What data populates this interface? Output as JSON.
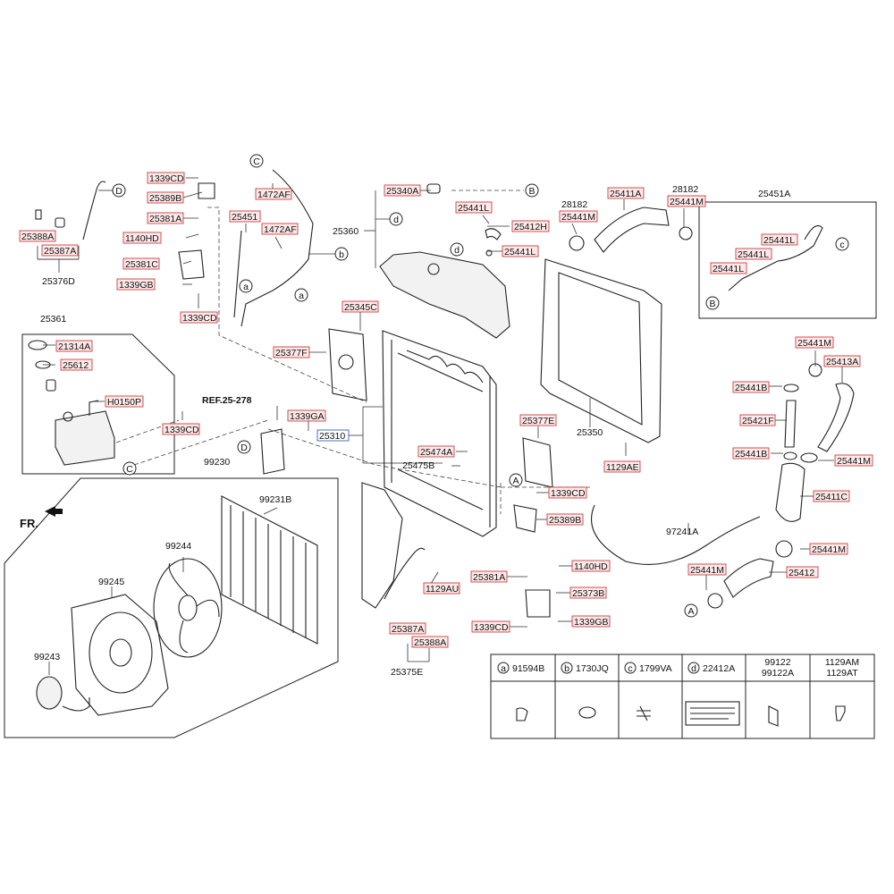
{
  "labels": {
    "l1339CD_a": "1339CD",
    "l25389B_a": "25389B",
    "l25381A_a": "25381A",
    "l1140HD_a": "1140HD",
    "l25381C": "25381C",
    "l1339GB_a": "1339GB",
    "l1339CD_b": "1339CD",
    "l25388A_a": "25388A",
    "l25387A_a": "25387A",
    "l25376D": "25376D",
    "l1472AF_a": "1472AF",
    "l25451": "25451",
    "l1472AF_b": "1472AF",
    "l25340A": "25340A",
    "l25360": "25360",
    "l25441L_a": "25441L",
    "l25412H": "25412H",
    "l25441L_b": "25441L",
    "l28182_a": "28182",
    "l25441M_a": "25441M",
    "l25411A": "25411A",
    "l28182_b": "28182",
    "l25441M_b": "25441M",
    "l25451A": "25451A",
    "l25441L_c": "25441L",
    "l25441L_d": "25441L",
    "l25441L_e": "25441L",
    "l25361": "25361",
    "l21314A": "21314A",
    "l25612": "25612",
    "lH0150P": "H0150P",
    "l1339CD_c": "1339CD",
    "l25345C": "25345C",
    "l25377F": "25377F",
    "lREF": "REF.25-278",
    "l1339GA": "1339GA",
    "l25310": "25310",
    "l25474A": "25474A",
    "l25475B": "25475B",
    "l25377E": "25377E",
    "l25350": "25350",
    "l1129AE": "1129AE",
    "l25441M_c": "25441M",
    "l25413A": "25413A",
    "l25441B_a": "25441B",
    "l25421F": "25421F",
    "l25441B_b": "25441B",
    "l25441M_d": "25441M",
    "l25411C": "25411C",
    "l99230": "99230",
    "l99231B": "99231B",
    "l99244": "99244",
    "l99245": "99245",
    "l99243": "99243",
    "l1339CD_d": "1339CD",
    "l25389B_b": "25389B",
    "l97241A": "97241A",
    "l25441M_e": "25441M",
    "l25441M_f": "25441M",
    "l25412": "25412",
    "l1129AU": "1129AU",
    "l25381A_b": "25381A",
    "l1140HD_b": "1140HD",
    "l25373B": "25373B",
    "l1339CD_e": "1339CD",
    "l1339GB_b": "1339GB",
    "l25387A_b": "25387A",
    "l25388A_b": "25388A",
    "l25375E": "25375E",
    "fr": "FR."
  },
  "callouts": {
    "a": "a",
    "b": "b",
    "c": "c",
    "d": "d",
    "A": "A",
    "B": "B",
    "C": "C",
    "D": "D"
  },
  "table": {
    "headers": [
      {
        "letter": "a",
        "code": "91594B"
      },
      {
        "letter": "b",
        "code": "1730JQ"
      },
      {
        "letter": "c",
        "code": "1799VA"
      },
      {
        "letter": "d",
        "code": "22412A"
      },
      {
        "letter": "",
        "code": "99122",
        "code2": "99122A"
      },
      {
        "letter": "",
        "code": "1129AM",
        "code2": "1129AT"
      }
    ]
  },
  "colors": {
    "highlight_stroke": "#c62828",
    "highlight_fill": "#fde9e9",
    "main_part_stroke": "#1e4db7"
  }
}
